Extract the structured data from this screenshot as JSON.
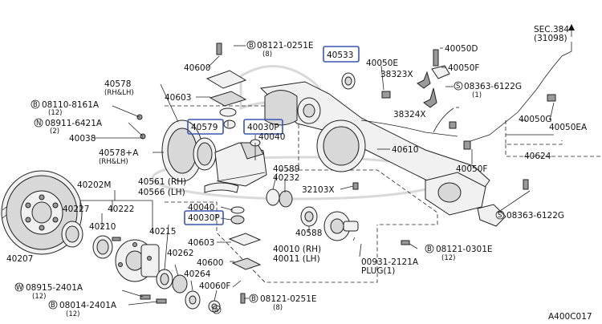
{
  "diagram": {
    "figure_code": "A400C017",
    "sec_ref": {
      "line1": "SEC.384",
      "line2": "(31098)"
    },
    "highlighted": [
      "40533",
      "40579",
      "40030P",
      "40030P"
    ],
    "labels": {
      "p40600_top": "40600",
      "p08121_0251E_top": "08121-0251E",
      "p08121_0251E_top_qty": "(8)",
      "p40533": "40533",
      "p40050D": "40050D",
      "p40050E": "40050E",
      "p40050F_top": "40050F",
      "p38323X": "38323X",
      "p08363_top": "08363-6122G",
      "p08363_top_qty": "(1)",
      "p40578": "40578",
      "p40578_note": "(RH&LH)",
      "p40603_top": "40603",
      "p08110": "08110-8161A",
      "p08110_qty": "(12)",
      "p08911": "08911-6421A",
      "p08911_qty": "(2)",
      "p40038": "40038",
      "p40579": "40579",
      "p40030P_top": "40030P",
      "p40040_top": "40040",
      "p38324X": "38324X",
      "p40050G": "40050G",
      "p40050EA": "40050EA",
      "p40610": "40610",
      "p40624": "40624",
      "p40578A": "40578+A",
      "p40578A_note": "(RH&LH)",
      "p40589": "40589",
      "p40232": "40232",
      "p40050F_bot": "40050F",
      "p40202M": "40202M",
      "p40561": "40561 (RH)",
      "p40566": "40566 (LH)",
      "p32103X": "32103X",
      "p40227": "40227",
      "p40222": "40222",
      "p40040_bot": "40040",
      "p40030P_bot": "40030P",
      "p08363_bot": "08363-6122G",
      "p40210": "40210",
      "p40215": "40215",
      "p40588": "40588",
      "p40603_bot": "40603",
      "p40207": "40207",
      "p40262": "40262",
      "p40010": "40010 (RH)",
      "p40011": "40011 (LH)",
      "p08121_0301E": "08121-0301E",
      "p08121_0301E_qty": "(12)",
      "p40600_bot": "40600",
      "p40264": "40264",
      "p00931": "00931-2121A",
      "p00931_note": "PLUG(1)",
      "p08915": "08915-2401A",
      "p08915_qty": "(12)",
      "p40060F": "40060F",
      "p08014": "08014-2401A",
      "p08014_qty": "(12)",
      "p08121_0251E_bot": "08121-0251E",
      "p08121_0251E_bot_qty": "(8)",
      "prefix_B": "B",
      "prefix_N": "N",
      "prefix_S": "S",
      "prefix_W": "W",
      "mark_a": "a"
    }
  }
}
